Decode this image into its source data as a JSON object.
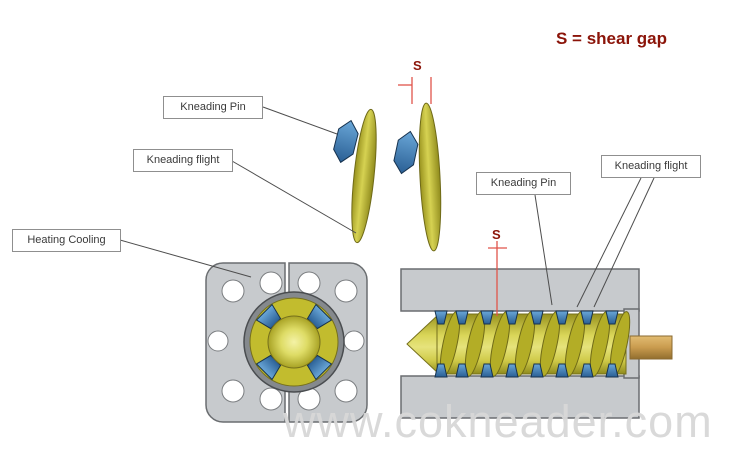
{
  "title": {
    "text": "S = shear gap"
  },
  "annotations": {
    "kneading_pin_top": "Kneading Pin",
    "kneading_flight_top": "Kneading flight",
    "heating_cooling": "Heating Cooling",
    "kneading_pin_side": "Kneading Pin",
    "kneading_flight_side": "Kneading flight"
  },
  "dimension_markers": {
    "detail_s": "S",
    "section_s": "S"
  },
  "watermark": {
    "text": "www.cokneader.com"
  },
  "colors": {
    "title_red": "#8b1409",
    "dimension_red": "#e0544a",
    "pin_blue": "#3879b5",
    "flight_yellow": "#c2bc2e",
    "body_gray": "#c7cacd",
    "shaft_tan": "#c99b4e",
    "watermark_gray": "#d8d8d8",
    "label_border": "#8f8f8f"
  }
}
